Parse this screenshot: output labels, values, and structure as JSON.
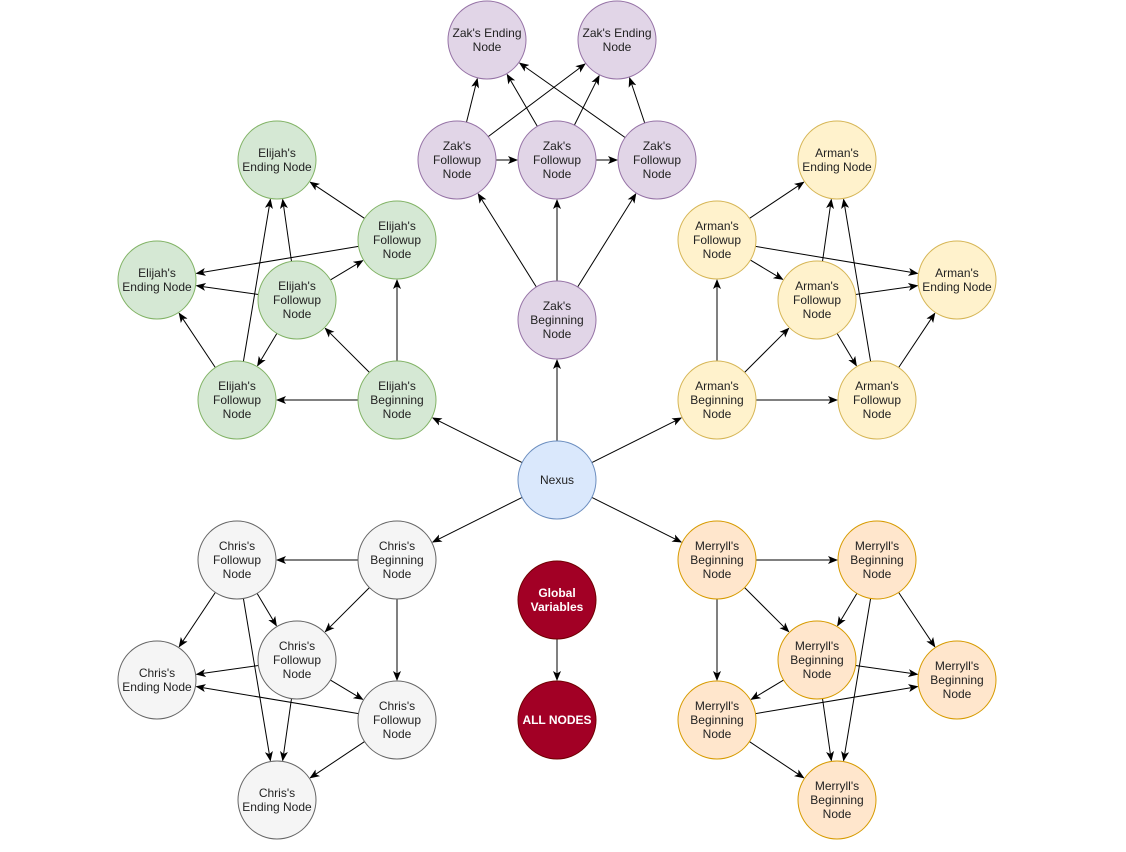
{
  "colors": {
    "purple": {
      "fill": "#e1d5e7",
      "stroke": "#9673a6"
    },
    "green": {
      "fill": "#d5e8d4",
      "stroke": "#82b366"
    },
    "yellow": {
      "fill": "#fff2cc",
      "stroke": "#d6b656"
    },
    "blue": {
      "fill": "#dae8fc",
      "stroke": "#6c8ebf"
    },
    "grey": {
      "fill": "#f5f5f5",
      "stroke": "#666666"
    },
    "orange": {
      "fill": "#ffe6cc",
      "stroke": "#d79b00"
    },
    "red": {
      "fill": "#a20025",
      "stroke": "#6f0000"
    },
    "edge": "#000000"
  },
  "nodes": [
    {
      "id": "nexus",
      "lines": [
        "Nexus"
      ],
      "color": "blue"
    },
    {
      "id": "zak_end1",
      "lines": [
        "Zak's Ending",
        "Node"
      ],
      "color": "purple"
    },
    {
      "id": "zak_end2",
      "lines": [
        "Zak's Ending",
        "Node"
      ],
      "color": "purple"
    },
    {
      "id": "zak_f1",
      "lines": [
        "Zak's",
        "Followup",
        "Node"
      ],
      "color": "purple"
    },
    {
      "id": "zak_f2",
      "lines": [
        "Zak's",
        "Followup",
        "Node"
      ],
      "color": "purple"
    },
    {
      "id": "zak_f3",
      "lines": [
        "Zak's",
        "Followup",
        "Node"
      ],
      "color": "purple"
    },
    {
      "id": "zak_begin",
      "lines": [
        "Zak's",
        "Beginning",
        "Node"
      ],
      "color": "purple"
    },
    {
      "id": "eli_end1",
      "lines": [
        "Elijah's",
        "Ending Node"
      ],
      "color": "green"
    },
    {
      "id": "eli_end2",
      "lines": [
        "Elijah's",
        "Ending Node"
      ],
      "color": "green"
    },
    {
      "id": "eli_f1",
      "lines": [
        "Elijah's",
        "Followup",
        "Node"
      ],
      "color": "green"
    },
    {
      "id": "eli_f2",
      "lines": [
        "Elijah's",
        "Followup",
        "Node"
      ],
      "color": "green"
    },
    {
      "id": "eli_f3",
      "lines": [
        "Elijah's",
        "Followup",
        "Node"
      ],
      "color": "green"
    },
    {
      "id": "eli_begin",
      "lines": [
        "Elijah's",
        "Beginning",
        "Node"
      ],
      "color": "green"
    },
    {
      "id": "arm_end1",
      "lines": [
        "Arman's",
        "Ending Node"
      ],
      "color": "yellow"
    },
    {
      "id": "arm_end2",
      "lines": [
        "Arman's",
        "Ending Node"
      ],
      "color": "yellow"
    },
    {
      "id": "arm_f1",
      "lines": [
        "Arman's",
        "Followup",
        "Node"
      ],
      "color": "yellow"
    },
    {
      "id": "arm_f2",
      "lines": [
        "Arman's",
        "Followup",
        "Node"
      ],
      "color": "yellow"
    },
    {
      "id": "arm_f3",
      "lines": [
        "Arman's",
        "Followup",
        "Node"
      ],
      "color": "yellow"
    },
    {
      "id": "arm_begin",
      "lines": [
        "Arman's",
        "Beginning",
        "Node"
      ],
      "color": "yellow"
    },
    {
      "id": "chr_begin",
      "lines": [
        "Chris's",
        "Beginning",
        "Node"
      ],
      "color": "grey"
    },
    {
      "id": "chr_f1",
      "lines": [
        "Chris's",
        "Followup",
        "Node"
      ],
      "color": "grey"
    },
    {
      "id": "chr_f2",
      "lines": [
        "Chris's",
        "Followup",
        "Node"
      ],
      "color": "grey"
    },
    {
      "id": "chr_f3",
      "lines": [
        "Chris's",
        "Followup",
        "Node"
      ],
      "color": "grey"
    },
    {
      "id": "chr_end1",
      "lines": [
        "Chris's",
        "Ending Node"
      ],
      "color": "grey"
    },
    {
      "id": "chr_end2",
      "lines": [
        "Chris's",
        "Ending Node"
      ],
      "color": "grey"
    },
    {
      "id": "mer_1",
      "lines": [
        "Merryll's",
        "Beginning",
        "Node"
      ],
      "color": "orange"
    },
    {
      "id": "mer_2",
      "lines": [
        "Merryll's",
        "Beginning",
        "Node"
      ],
      "color": "orange"
    },
    {
      "id": "mer_3",
      "lines": [
        "Merryll's",
        "Beginning",
        "Node"
      ],
      "color": "orange"
    },
    {
      "id": "mer_4",
      "lines": [
        "Merryll's",
        "Beginning",
        "Node"
      ],
      "color": "orange"
    },
    {
      "id": "mer_5",
      "lines": [
        "Merryll's",
        "Beginning",
        "Node"
      ],
      "color": "orange"
    },
    {
      "id": "mer_6",
      "lines": [
        "Merryll's",
        "Beginning",
        "Node"
      ],
      "color": "orange"
    },
    {
      "id": "global",
      "lines": [
        "Global",
        "Variables"
      ],
      "color": "red",
      "bold": true
    },
    {
      "id": "all",
      "lines": [
        "ALL NODES"
      ],
      "color": "red",
      "bold": true
    }
  ],
  "edges": [
    {
      "from": "nexus",
      "to": "zak_begin"
    },
    {
      "from": "nexus",
      "to": "eli_begin"
    },
    {
      "from": "nexus",
      "to": "arm_begin"
    },
    {
      "from": "nexus",
      "to": "chr_begin"
    },
    {
      "from": "nexus",
      "to": "mer_1"
    },
    {
      "from": "zak_begin",
      "to": "zak_f1"
    },
    {
      "from": "zak_begin",
      "to": "zak_f2"
    },
    {
      "from": "zak_begin",
      "to": "zak_f3"
    },
    {
      "from": "zak_f1",
      "to": "zak_f2",
      "both": true
    },
    {
      "from": "zak_f2",
      "to": "zak_f3",
      "both": true
    },
    {
      "from": "zak_f1",
      "to": "zak_end1"
    },
    {
      "from": "zak_f1",
      "to": "zak_end2"
    },
    {
      "from": "zak_f2",
      "to": "zak_end1"
    },
    {
      "from": "zak_f2",
      "to": "zak_end2"
    },
    {
      "from": "zak_f3",
      "to": "zak_end1"
    },
    {
      "from": "zak_f3",
      "to": "zak_end2"
    },
    {
      "from": "eli_begin",
      "to": "eli_f3"
    },
    {
      "from": "eli_begin",
      "to": "eli_f1"
    },
    {
      "from": "eli_begin",
      "to": "eli_f2"
    },
    {
      "from": "eli_f2",
      "to": "eli_f1",
      "both": true
    },
    {
      "from": "eli_f2",
      "to": "eli_f3",
      "both": true
    },
    {
      "from": "eli_f1",
      "to": "eli_end1"
    },
    {
      "from": "eli_f1",
      "to": "eli_end2"
    },
    {
      "from": "eli_f2",
      "to": "eli_end1"
    },
    {
      "from": "eli_f2",
      "to": "eli_end2"
    },
    {
      "from": "eli_f3",
      "to": "eli_end1"
    },
    {
      "from": "eli_f3",
      "to": "eli_end2"
    },
    {
      "from": "arm_begin",
      "to": "arm_f1"
    },
    {
      "from": "arm_begin",
      "to": "arm_f2"
    },
    {
      "from": "arm_begin",
      "to": "arm_f3"
    },
    {
      "from": "arm_f1",
      "to": "arm_f2",
      "both": true
    },
    {
      "from": "arm_f2",
      "to": "arm_f3",
      "both": true
    },
    {
      "from": "arm_f1",
      "to": "arm_end1"
    },
    {
      "from": "arm_f1",
      "to": "arm_end2"
    },
    {
      "from": "arm_f2",
      "to": "arm_end1"
    },
    {
      "from": "arm_f2",
      "to": "arm_end2"
    },
    {
      "from": "arm_f3",
      "to": "arm_end1"
    },
    {
      "from": "arm_f3",
      "to": "arm_end2"
    },
    {
      "from": "chr_begin",
      "to": "chr_f1"
    },
    {
      "from": "chr_begin",
      "to": "chr_f2"
    },
    {
      "from": "chr_begin",
      "to": "chr_f3"
    },
    {
      "from": "chr_f1",
      "to": "chr_f2",
      "both": true
    },
    {
      "from": "chr_f2",
      "to": "chr_f3",
      "both": true
    },
    {
      "from": "chr_f1",
      "to": "chr_end1"
    },
    {
      "from": "chr_f1",
      "to": "chr_end2"
    },
    {
      "from": "chr_f2",
      "to": "chr_end1"
    },
    {
      "from": "chr_f2",
      "to": "chr_end2"
    },
    {
      "from": "chr_f3",
      "to": "chr_end1"
    },
    {
      "from": "chr_f3",
      "to": "chr_end2"
    },
    {
      "from": "mer_1",
      "to": "mer_2"
    },
    {
      "from": "mer_1",
      "to": "mer_3"
    },
    {
      "from": "mer_1",
      "to": "mer_5"
    },
    {
      "from": "mer_2",
      "to": "mer_3",
      "both": true
    },
    {
      "from": "mer_3",
      "to": "mer_5",
      "both": true
    },
    {
      "from": "mer_2",
      "to": "mer_4"
    },
    {
      "from": "mer_2",
      "to": "mer_6"
    },
    {
      "from": "mer_3",
      "to": "mer_4"
    },
    {
      "from": "mer_3",
      "to": "mer_6"
    },
    {
      "from": "mer_5",
      "to": "mer_4"
    },
    {
      "from": "mer_5",
      "to": "mer_6"
    },
    {
      "from": "global",
      "to": "all"
    }
  ]
}
